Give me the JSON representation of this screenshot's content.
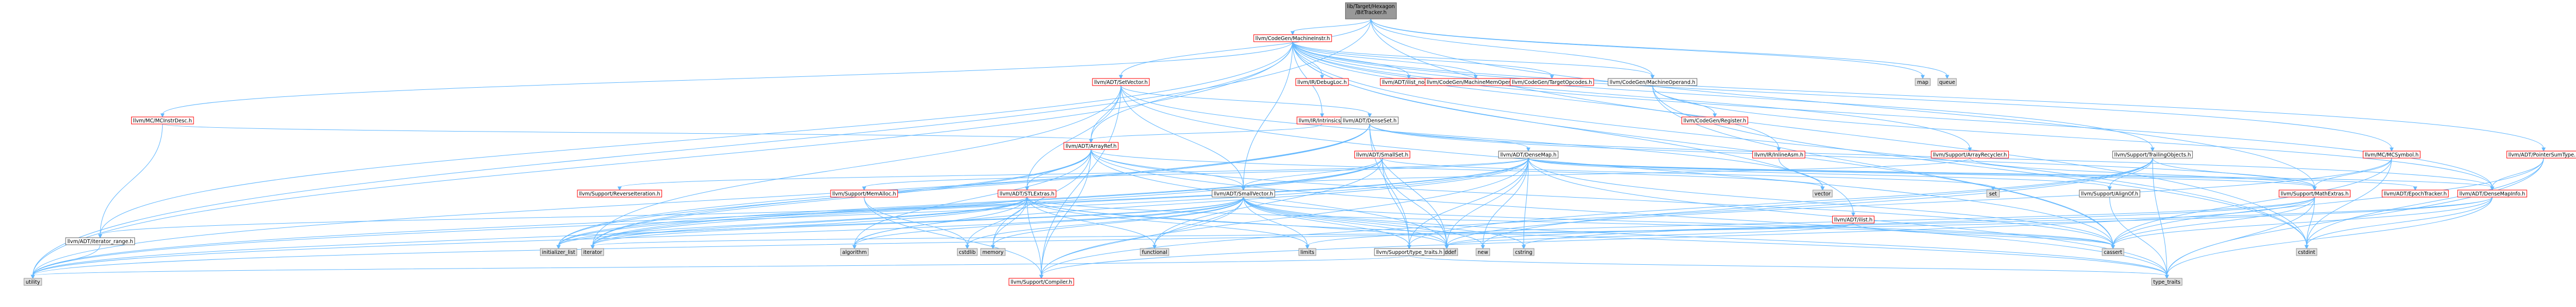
{
  "nodes": [
    {
      "id": "root",
      "label": "lib/Target/Hexagon\n/BitTracker.h",
      "style": "root"
    },
    {
      "id": "MI",
      "label": "llvm/CodeGen/MachineInstr.h",
      "style": "red"
    },
    {
      "id": "SetVector",
      "label": "llvm/ADT/SetVector.h",
      "style": "red"
    },
    {
      "id": "map",
      "label": "map",
      "style": "gray"
    },
    {
      "id": "queue",
      "label": "queue",
      "style": "gray"
    },
    {
      "id": "DebugLoc",
      "label": "llvm/IR/DebugLoc.h",
      "style": "red"
    },
    {
      "id": "ilist_node",
      "label": "llvm/ADT/ilist_node.h",
      "style": "red"
    },
    {
      "id": "MMO",
      "label": "llvm/CodeGen/MachineMemOperand.h",
      "style": "red"
    },
    {
      "id": "TargetOpcodes",
      "label": "llvm/CodeGen/TargetOpcodes.h",
      "style": "red"
    },
    {
      "id": "MO",
      "label": "llvm/CodeGen/MachineOperand.h",
      "style": "white"
    },
    {
      "id": "MCInstrDesc",
      "label": "llvm/MC/MCInstrDesc.h",
      "style": "red"
    },
    {
      "id": "Intrinsics",
      "label": "llvm/IR/Intrinsics.h",
      "style": "red"
    },
    {
      "id": "DenseSet",
      "label": "llvm/ADT/DenseSet.h",
      "style": "white"
    },
    {
      "id": "Register",
      "label": "llvm/CodeGen/Register.h",
      "style": "red"
    },
    {
      "id": "ArrayRef",
      "label": "llvm/ADT/ArrayRef.h",
      "style": "red"
    },
    {
      "id": "SmallSet",
      "label": "llvm/ADT/SmallSet.h",
      "style": "red"
    },
    {
      "id": "DenseMap",
      "label": "llvm/ADT/DenseMap.h",
      "style": "white"
    },
    {
      "id": "InlineAsm",
      "label": "llvm/IR/InlineAsm.h",
      "style": "red"
    },
    {
      "id": "ArrayRecycler",
      "label": "llvm/Support/ArrayRecycler.h",
      "style": "red"
    },
    {
      "id": "TrailingObjects",
      "label": "llvm/Support/TrailingObjects.h",
      "style": "white"
    },
    {
      "id": "MCSymbol",
      "label": "llvm/MC/MCSymbol.h",
      "style": "red"
    },
    {
      "id": "PointerSumType",
      "label": "llvm/ADT/PointerSumType.h",
      "style": "red"
    },
    {
      "id": "ReverseIteration",
      "label": "llvm/Support/ReverseIteration.h",
      "style": "red"
    },
    {
      "id": "MemAlloc",
      "label": "llvm/Support/MemAlloc.h",
      "style": "red"
    },
    {
      "id": "STLExtras",
      "label": "llvm/ADT/STLExtras.h",
      "style": "red"
    },
    {
      "id": "SmallVector",
      "label": "llvm/ADT/SmallVector.h",
      "style": "white"
    },
    {
      "id": "vector",
      "label": "vector",
      "style": "gray"
    },
    {
      "id": "set",
      "label": "set",
      "style": "gray"
    },
    {
      "id": "ilist",
      "label": "llvm/ADT/ilist.h",
      "style": "red"
    },
    {
      "id": "AlignOf",
      "label": "llvm/Support/AlignOf.h",
      "style": "white"
    },
    {
      "id": "MathExtras",
      "label": "llvm/Support/MathExtras.h",
      "style": "red"
    },
    {
      "id": "EpochTracker",
      "label": "llvm/ADT/EpochTracker.h",
      "style": "red"
    },
    {
      "id": "DenseMapInfo",
      "label": "llvm/ADT/DenseMapInfo.h",
      "style": "red"
    },
    {
      "id": "iterator_range",
      "label": "llvm/ADT/iterator_range.h",
      "style": "white"
    },
    {
      "id": "initializer_list",
      "label": "initializer_list",
      "style": "gray"
    },
    {
      "id": "iterator",
      "label": "iterator",
      "style": "gray"
    },
    {
      "id": "algorithm",
      "label": "algorithm",
      "style": "gray"
    },
    {
      "id": "cstdlib",
      "label": "cstdlib",
      "style": "gray"
    },
    {
      "id": "memory",
      "label": "memory",
      "style": "gray"
    },
    {
      "id": "functional",
      "label": "functional",
      "style": "gray"
    },
    {
      "id": "limits",
      "label": "limits",
      "style": "gray"
    },
    {
      "id": "cstddef",
      "label": "cstddef",
      "style": "gray"
    },
    {
      "id": "new",
      "label": "new",
      "style": "gray"
    },
    {
      "id": "cstring",
      "label": "cstring",
      "style": "gray"
    },
    {
      "id": "cassert",
      "label": "cassert",
      "style": "gray"
    },
    {
      "id": "cstdint",
      "label": "cstdint",
      "style": "gray"
    },
    {
      "id": "type_traits_h",
      "label": "llvm/Support/type_traits.h",
      "style": "white"
    },
    {
      "id": "utility",
      "label": "utility",
      "style": "gray"
    },
    {
      "id": "Compiler",
      "label": "llvm/Support/Compiler.h",
      "style": "red"
    },
    {
      "id": "type_traits",
      "label": "type_traits",
      "style": "gray"
    }
  ],
  "edges": [
    [
      "root",
      "MI"
    ],
    [
      "root",
      "SetVector"
    ],
    [
      "root",
      "map"
    ],
    [
      "root",
      "queue"
    ],
    [
      "root",
      "MO"
    ],
    [
      "root",
      "cstdint"
    ],
    [
      "root",
      "utility"
    ],
    [
      "root",
      "MathExtras"
    ],
    [
      "MI",
      "DenseMapInfo"
    ],
    [
      "MI",
      "PointerSumType"
    ],
    [
      "MI",
      "ArrayRef"
    ],
    [
      "MI",
      "ilist"
    ],
    [
      "MI",
      "ilist_node"
    ],
    [
      "MI",
      "iterator_range"
    ],
    [
      "MI",
      "SmallVector"
    ],
    [
      "MI",
      "MMO"
    ],
    [
      "MI",
      "MO"
    ],
    [
      "MI",
      "TargetOpcodes"
    ],
    [
      "MI",
      "InlineAsm"
    ],
    [
      "MI",
      "DebugLoc"
    ],
    [
      "MI",
      "MCInstrDesc"
    ],
    [
      "MI",
      "MCSymbol"
    ],
    [
      "MI",
      "ArrayRecycler"
    ],
    [
      "MI",
      "TrailingObjects"
    ],
    [
      "MI",
      "cassert"
    ],
    [
      "MI",
      "cstdint"
    ],
    [
      "MI",
      "utility"
    ],
    [
      "MI",
      "Intrinsics"
    ],
    [
      "SetVector",
      "ArrayRef"
    ],
    [
      "SetVector",
      "DenseSet"
    ],
    [
      "SetVector",
      "STLExtras"
    ],
    [
      "SetVector",
      "SmallVector"
    ],
    [
      "SetVector",
      "Compiler"
    ],
    [
      "SetVector",
      "cassert"
    ],
    [
      "SetVector",
      "iterator"
    ],
    [
      "SetVector",
      "vector"
    ],
    [
      "MO",
      "Register"
    ],
    [
      "MO",
      "DenseMapInfo"
    ],
    [
      "MO",
      "cassert"
    ],
    [
      "MO",
      "cstdint"
    ],
    [
      "MCInstrDesc",
      "ArrayRef"
    ],
    [
      "MCInstrDesc",
      "iterator_range"
    ],
    [
      "Intrinsics",
      "ArrayRef"
    ],
    [
      "DenseSet",
      "DenseMap"
    ],
    [
      "DenseSet",
      "DenseMapInfo"
    ],
    [
      "DenseSet",
      "MathExtras"
    ],
    [
      "DenseSet",
      "type_traits_h"
    ],
    [
      "DenseSet",
      "cstddef"
    ],
    [
      "DenseSet",
      "initializer_list"
    ],
    [
      "DenseSet",
      "iterator"
    ],
    [
      "DenseSet",
      "utility"
    ],
    [
      "Register",
      "MCRegister"
    ],
    [
      "ArrayRef",
      "Hashing"
    ],
    [
      "ArrayRef",
      "SmallVector"
    ],
    [
      "ArrayRef",
      "STLExtras"
    ],
    [
      "ArrayRef",
      "Compiler"
    ],
    [
      "ArrayRef",
      "algorithm"
    ],
    [
      "ArrayRef",
      "cassert"
    ],
    [
      "ArrayRef",
      "cstddef"
    ],
    [
      "ArrayRef",
      "initializer_list"
    ],
    [
      "ArrayRef",
      "iterator"
    ],
    [
      "ArrayRef",
      "memory"
    ],
    [
      "ArrayRef",
      "type_traits"
    ],
    [
      "ArrayRef",
      "vector"
    ],
    [
      "SmallSet",
      "SmallPtrSet"
    ],
    [
      "SmallSet",
      "SmallVector"
    ],
    [
      "SmallSet",
      "iterator"
    ],
    [
      "SmallSet",
      "type_traits_h"
    ],
    [
      "SmallSet",
      "cstddef"
    ],
    [
      "SmallSet",
      "functional"
    ],
    [
      "SmallSet",
      "initializer_list"
    ],
    [
      "SmallSet",
      "set"
    ],
    [
      "SmallSet",
      "utility"
    ],
    [
      "DenseMap",
      "DenseMapInfo"
    ],
    [
      "DenseMap",
      "EpochTracker"
    ],
    [
      "DenseMap",
      "AlignOf"
    ],
    [
      "DenseMap",
      "Compiler"
    ],
    [
      "DenseMap",
      "MathExtras"
    ],
    [
      "DenseMap",
      "MemAlloc"
    ],
    [
      "DenseMap",
      "ReverseIteration"
    ],
    [
      "DenseMap",
      "type_traits_h"
    ],
    [
      "DenseMap",
      "algorithm"
    ],
    [
      "DenseMap",
      "cassert"
    ],
    [
      "DenseMap",
      "cstddef"
    ],
    [
      "DenseMap",
      "cstring"
    ],
    [
      "DenseMap",
      "initializer_list"
    ],
    [
      "DenseMap",
      "iterator"
    ],
    [
      "DenseMap",
      "new"
    ],
    [
      "DenseMap",
      "type_traits"
    ],
    [
      "DenseMap",
      "utility"
    ],
    [
      "InlineAsm",
      "vector"
    ],
    [
      "ArrayRecycler",
      "SmallVector"
    ],
    [
      "ArrayRecycler",
      "MathExtras"
    ],
    [
      "TrailingObjects",
      "AlignOf"
    ],
    [
      "TrailingObjects",
      "Compiler"
    ],
    [
      "TrailingObjects",
      "MathExtras"
    ],
    [
      "TrailingObjects",
      "type_traits_h"
    ],
    [
      "TrailingObjects",
      "new"
    ],
    [
      "TrailingObjects",
      "type_traits"
    ],
    [
      "MCSymbol",
      "MathExtras"
    ],
    [
      "MCSymbol",
      "cassert"
    ],
    [
      "MCSymbol",
      "cstddef"
    ],
    [
      "MCSymbol",
      "cstdint"
    ],
    [
      "PointerSumType",
      "DenseMapInfo"
    ],
    [
      "PointerSumType",
      "cassert"
    ],
    [
      "PointerSumType",
      "cstdint"
    ],
    [
      "PointerSumType",
      "type_traits"
    ],
    [
      "STLExtras",
      "iterator_range"
    ],
    [
      "STLExtras",
      "initializer_list"
    ],
    [
      "STLExtras",
      "iterator"
    ],
    [
      "STLExtras",
      "algorithm"
    ],
    [
      "STLExtras",
      "cstdlib"
    ],
    [
      "STLExtras",
      "memory"
    ],
    [
      "STLExtras",
      "functional"
    ],
    [
      "STLExtras",
      "limits"
    ],
    [
      "STLExtras",
      "cstddef"
    ],
    [
      "STLExtras",
      "cassert"
    ],
    [
      "STLExtras",
      "utility"
    ],
    [
      "STLExtras",
      "type_traits"
    ],
    [
      "STLExtras",
      "Compiler"
    ],
    [
      "SmallVector",
      "Compiler"
    ],
    [
      "SmallVector",
      "type_traits_h"
    ],
    [
      "SmallVector",
      "algorithm"
    ],
    [
      "SmallVector",
      "cassert"
    ],
    [
      "SmallVector",
      "cstddef"
    ],
    [
      "SmallVector",
      "cstdlib"
    ],
    [
      "SmallVector",
      "cstring"
    ],
    [
      "SmallVector",
      "functional"
    ],
    [
      "SmallVector",
      "initializer_list"
    ],
    [
      "SmallVector",
      "iterator"
    ],
    [
      "SmallVector",
      "limits"
    ],
    [
      "SmallVector",
      "memory"
    ],
    [
      "SmallVector",
      "new"
    ],
    [
      "SmallVector",
      "type_traits"
    ],
    [
      "SmallVector",
      "utility"
    ],
    [
      "MemAlloc",
      "Compiler"
    ],
    [
      "MemAlloc",
      "cstdlib"
    ],
    [
      "ilist",
      "iterator"
    ],
    [
      "ilist",
      "cassert"
    ],
    [
      "ilist",
      "cstddef"
    ],
    [
      "AlignOf",
      "type_traits"
    ],
    [
      "MathExtras",
      "Compiler"
    ],
    [
      "MathExtras",
      "cassert"
    ],
    [
      "MathExtras",
      "climits"
    ],
    [
      "MathExtras",
      "cstdint"
    ],
    [
      "MathExtras",
      "cstring"
    ],
    [
      "MathExtras",
      "limits"
    ],
    [
      "MathExtras",
      "type_traits"
    ],
    [
      "DenseMapInfo",
      "cassert"
    ],
    [
      "DenseMapInfo",
      "cstddef"
    ],
    [
      "DenseMapInfo",
      "cstdint"
    ],
    [
      "DenseMapInfo",
      "tuple"
    ],
    [
      "DenseMapInfo",
      "type_traits"
    ],
    [
      "DenseMapInfo",
      "utility"
    ],
    [
      "iterator_range",
      "utility"
    ],
    [
      "type_traits_h",
      "utility"
    ],
    [
      "type_traits_h",
      "type_traits"
    ]
  ]
}
